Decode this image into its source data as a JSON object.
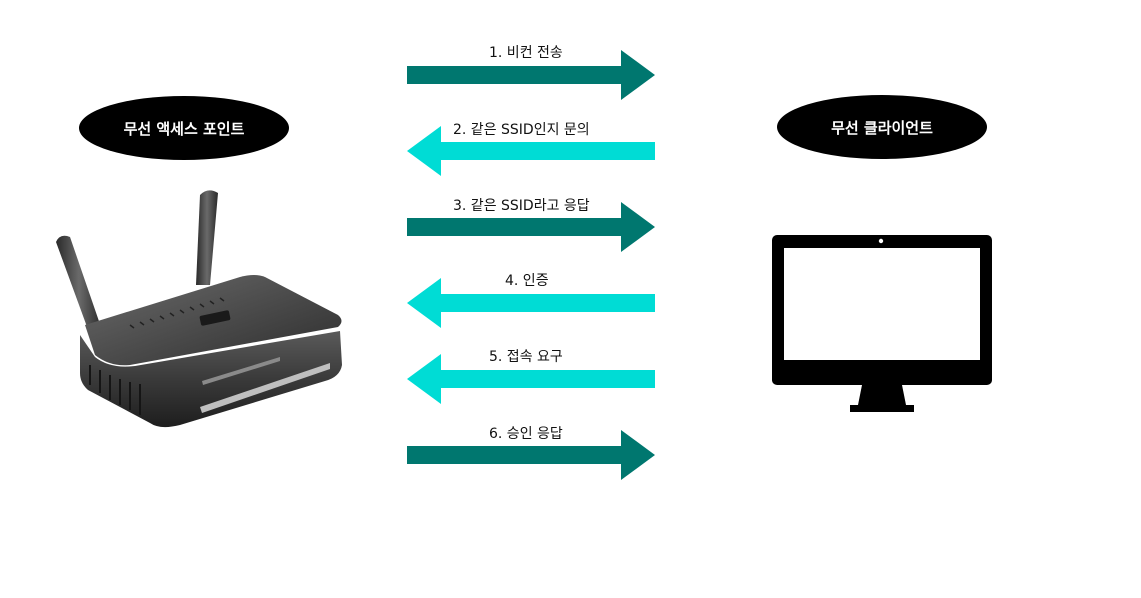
{
  "nodes": {
    "access_point": {
      "label": "무선 액세스 포인트"
    },
    "client": {
      "label": "무선 클라이언트"
    }
  },
  "colors": {
    "dark_arrow": "#00776f",
    "light_arrow": "#00dcd5",
    "ellipse": "#000000"
  },
  "steps": [
    {
      "label": "1. 비컨 전송",
      "direction": "right",
      "color": "dark"
    },
    {
      "label": "2. 같은 SSID인지 문의",
      "direction": "left",
      "color": "light"
    },
    {
      "label": "3. 같은 SSID라고 응답",
      "direction": "right",
      "color": "dark"
    },
    {
      "label": "4. 인증",
      "direction": "left",
      "color": "light"
    },
    {
      "label": "5. 접속 요구",
      "direction": "left",
      "color": "light"
    },
    {
      "label": "6. 승인 응답",
      "direction": "right",
      "color": "dark"
    }
  ],
  "icons": {
    "router": "wifi-router-icon",
    "monitor": "monitor-icon"
  }
}
